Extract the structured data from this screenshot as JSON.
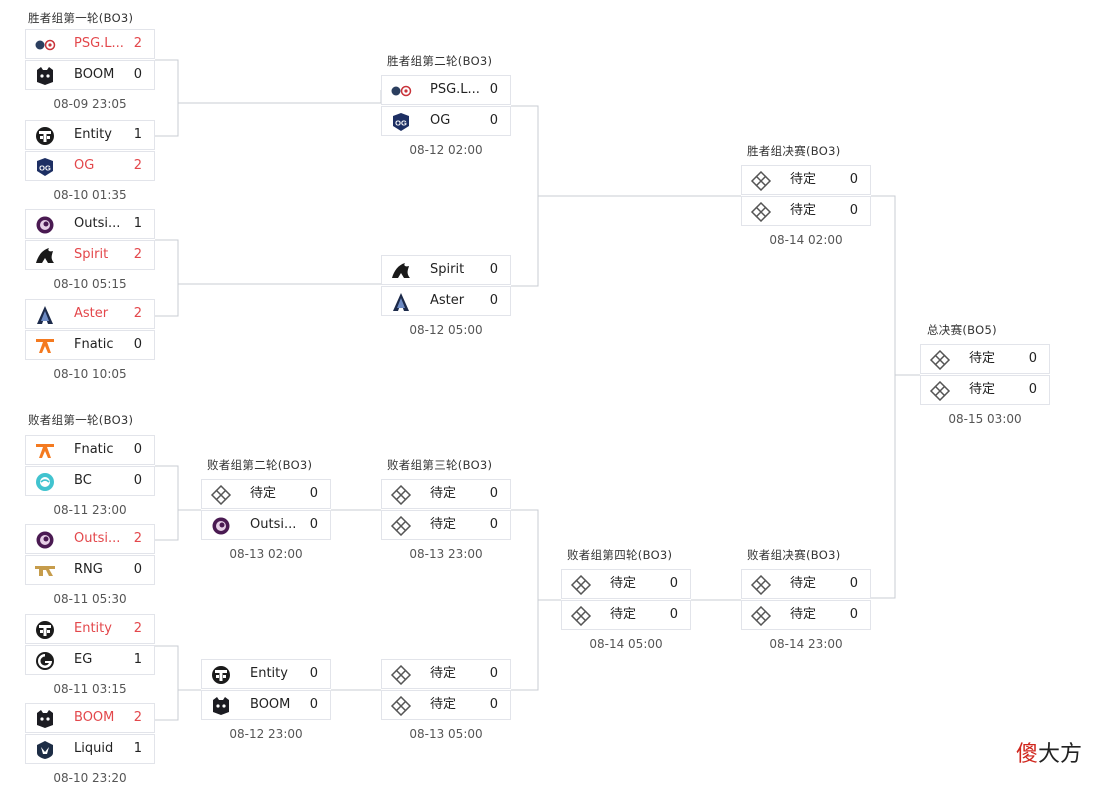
{
  "stages": {
    "ub_r1": "胜者组第一轮(BO3)",
    "ub_r2": "胜者组第二轮(BO3)",
    "ub_final": "胜者组决赛(BO3)",
    "grand_final": "总决赛(BO5)",
    "lb_r1": "败者组第一轮(BO3)",
    "lb_r2": "败者组第二轮(BO3)",
    "lb_r3": "败者组第三轮(BO3)",
    "lb_r4": "败者组第四轮(BO3)",
    "lb_final": "败者组决赛(BO3)"
  },
  "matches": [
    {
      "time": "08-09 23:05",
      "teams": [
        {
          "name": "PSG.L...",
          "score": "2",
          "logo": "psg-lgd",
          "win": true
        },
        {
          "name": "BOOM",
          "score": "0",
          "logo": "boom",
          "win": false
        }
      ]
    },
    {
      "time": "08-10 01:35",
      "teams": [
        {
          "name": "Entity",
          "score": "1",
          "logo": "entity",
          "win": false
        },
        {
          "name": "OG",
          "score": "2",
          "logo": "og",
          "win": true
        }
      ]
    },
    {
      "time": "08-10 05:15",
      "teams": [
        {
          "name": "Outsi...",
          "score": "1",
          "logo": "outsiders",
          "win": false
        },
        {
          "name": "Spirit",
          "score": "2",
          "logo": "spirit",
          "win": true
        }
      ]
    },
    {
      "time": "08-10 10:05",
      "teams": [
        {
          "name": "Aster",
          "score": "2",
          "logo": "aster",
          "win": true
        },
        {
          "name": "Fnatic",
          "score": "0",
          "logo": "fnatic",
          "win": false
        }
      ]
    },
    {
      "time": "08-12 02:00",
      "teams": [
        {
          "name": "PSG.L...",
          "score": "0",
          "logo": "psg-lgd",
          "win": false
        },
        {
          "name": "OG",
          "score": "0",
          "logo": "og",
          "win": false
        }
      ]
    },
    {
      "time": "08-12 05:00",
      "teams": [
        {
          "name": "Spirit",
          "score": "0",
          "logo": "spirit",
          "win": false
        },
        {
          "name": "Aster",
          "score": "0",
          "logo": "aster",
          "win": false
        }
      ]
    },
    {
      "time": "08-14 02:00",
      "teams": [
        {
          "name": "待定",
          "score": "0",
          "logo": "tbd",
          "win": false
        },
        {
          "name": "待定",
          "score": "0",
          "logo": "tbd",
          "win": false
        }
      ]
    },
    {
      "time": "08-15 03:00",
      "teams": [
        {
          "name": "待定",
          "score": "0",
          "logo": "tbd",
          "win": false
        },
        {
          "name": "待定",
          "score": "0",
          "logo": "tbd",
          "win": false
        }
      ]
    },
    {
      "time": "08-11 23:00",
      "teams": [
        {
          "name": "Fnatic",
          "score": "0",
          "logo": "fnatic",
          "win": false
        },
        {
          "name": "BC",
          "score": "0",
          "logo": "bc",
          "win": false
        }
      ]
    },
    {
      "time": "08-11 05:30",
      "teams": [
        {
          "name": "Outsi...",
          "score": "2",
          "logo": "outsiders",
          "win": true
        },
        {
          "name": "RNG",
          "score": "0",
          "logo": "rng",
          "win": false
        }
      ]
    },
    {
      "time": "08-11 03:15",
      "teams": [
        {
          "name": "Entity",
          "score": "2",
          "logo": "entity",
          "win": true
        },
        {
          "name": "EG",
          "score": "1",
          "logo": "eg",
          "win": false
        }
      ]
    },
    {
      "time": "08-10 23:20",
      "teams": [
        {
          "name": "BOOM",
          "score": "2",
          "logo": "boom",
          "win": true
        },
        {
          "name": "Liquid",
          "score": "1",
          "logo": "liquid",
          "win": false
        }
      ]
    },
    {
      "time": "08-13 02:00",
      "teams": [
        {
          "name": "待定",
          "score": "0",
          "logo": "tbd",
          "win": false
        },
        {
          "name": "Outsi...",
          "score": "0",
          "logo": "outsiders",
          "win": false
        }
      ]
    },
    {
      "time": "08-12 23:00",
      "teams": [
        {
          "name": "Entity",
          "score": "0",
          "logo": "entity",
          "win": false
        },
        {
          "name": "BOOM",
          "score": "0",
          "logo": "boom",
          "win": false
        }
      ]
    },
    {
      "time": "08-13 23:00",
      "teams": [
        {
          "name": "待定",
          "score": "0",
          "logo": "tbd",
          "win": false
        },
        {
          "name": "待定",
          "score": "0",
          "logo": "tbd",
          "win": false
        }
      ]
    },
    {
      "time": "08-13 05:00",
      "teams": [
        {
          "name": "待定",
          "score": "0",
          "logo": "tbd",
          "win": false
        },
        {
          "name": "待定",
          "score": "0",
          "logo": "tbd",
          "win": false
        }
      ]
    },
    {
      "time": "08-14 05:00",
      "teams": [
        {
          "name": "待定",
          "score": "0",
          "logo": "tbd",
          "win": false
        },
        {
          "name": "待定",
          "score": "0",
          "logo": "tbd",
          "win": false
        }
      ]
    },
    {
      "time": "08-14 23:00",
      "teams": [
        {
          "name": "待定",
          "score": "0",
          "logo": "tbd",
          "win": false
        },
        {
          "name": "待定",
          "score": "0",
          "logo": "tbd",
          "win": false
        }
      ]
    }
  ],
  "colors": {
    "winner": "#e3474b",
    "line": "#c9ccd3",
    "border": "#e2e4ea"
  },
  "watermark": {
    "red": "傻",
    "black": "大方"
  }
}
